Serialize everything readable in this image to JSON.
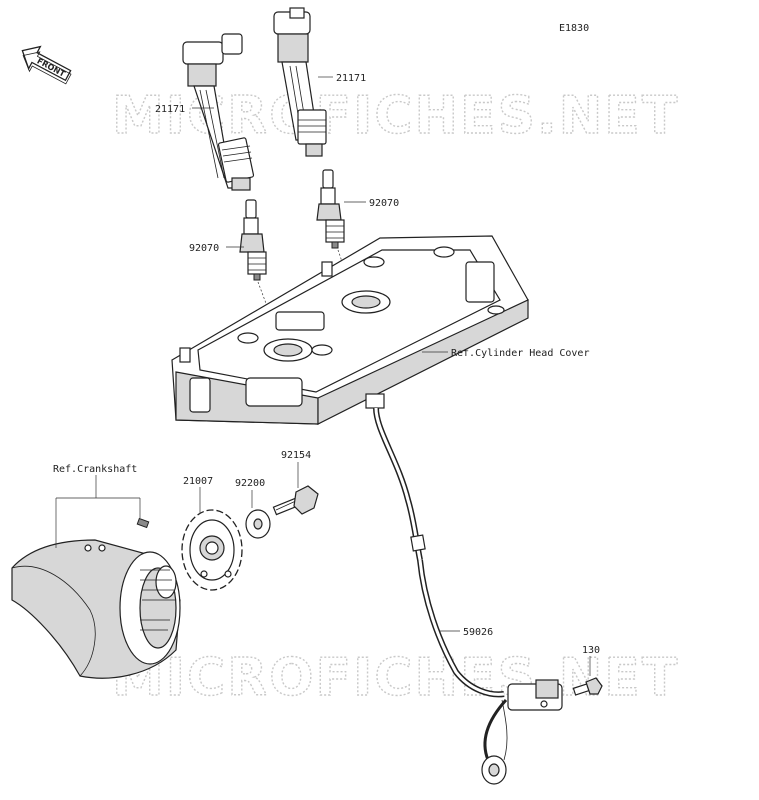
{
  "diagram_id": "E1830",
  "front_badge": "FRONT",
  "watermark": "MICROFICHES.NET",
  "labels": {
    "coil_left": "21171",
    "coil_right": "21171",
    "plug_right": "92070",
    "plug_left": "92070",
    "head_cover": "Ref.Cylinder Head Cover",
    "crankshaft": "Ref.Crankshaft",
    "rotor": "21007",
    "washer": "92200",
    "bolt_rotor": "92154",
    "sensor": "59026",
    "bolt_sensor": "130"
  }
}
